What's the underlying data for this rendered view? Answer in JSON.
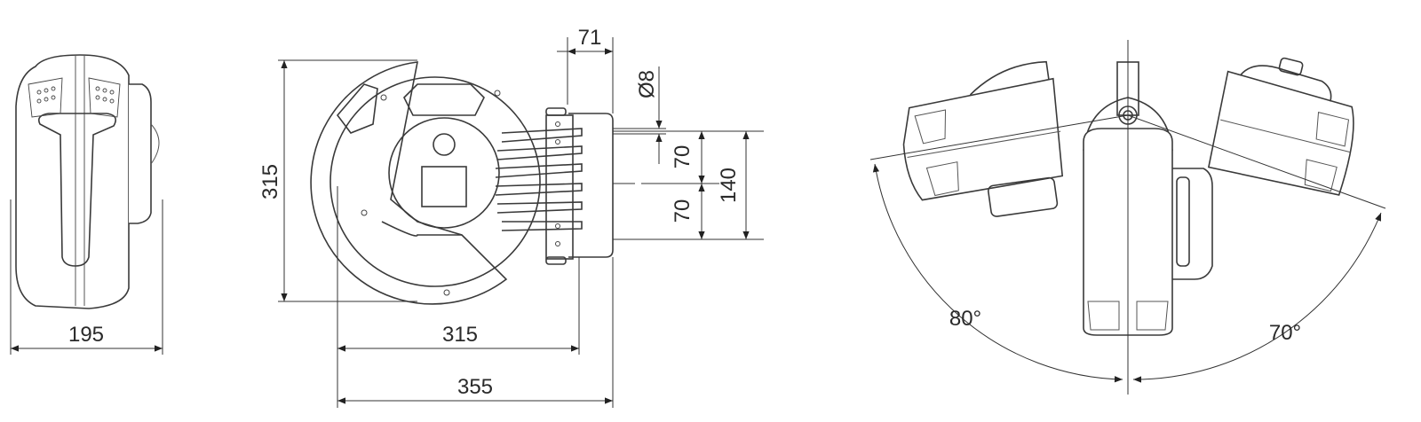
{
  "dimensions": {
    "side_width": "195",
    "front_height": "315",
    "front_width": "315",
    "overall_width": "355",
    "bracket_depth": "71",
    "hole_diameter": "Ø8",
    "hole_spacing_upper": "70",
    "hole_spacing_lower": "70",
    "hole_spacing_total": "140"
  },
  "rotation": {
    "left_angle": "80°",
    "right_angle": "70°"
  }
}
